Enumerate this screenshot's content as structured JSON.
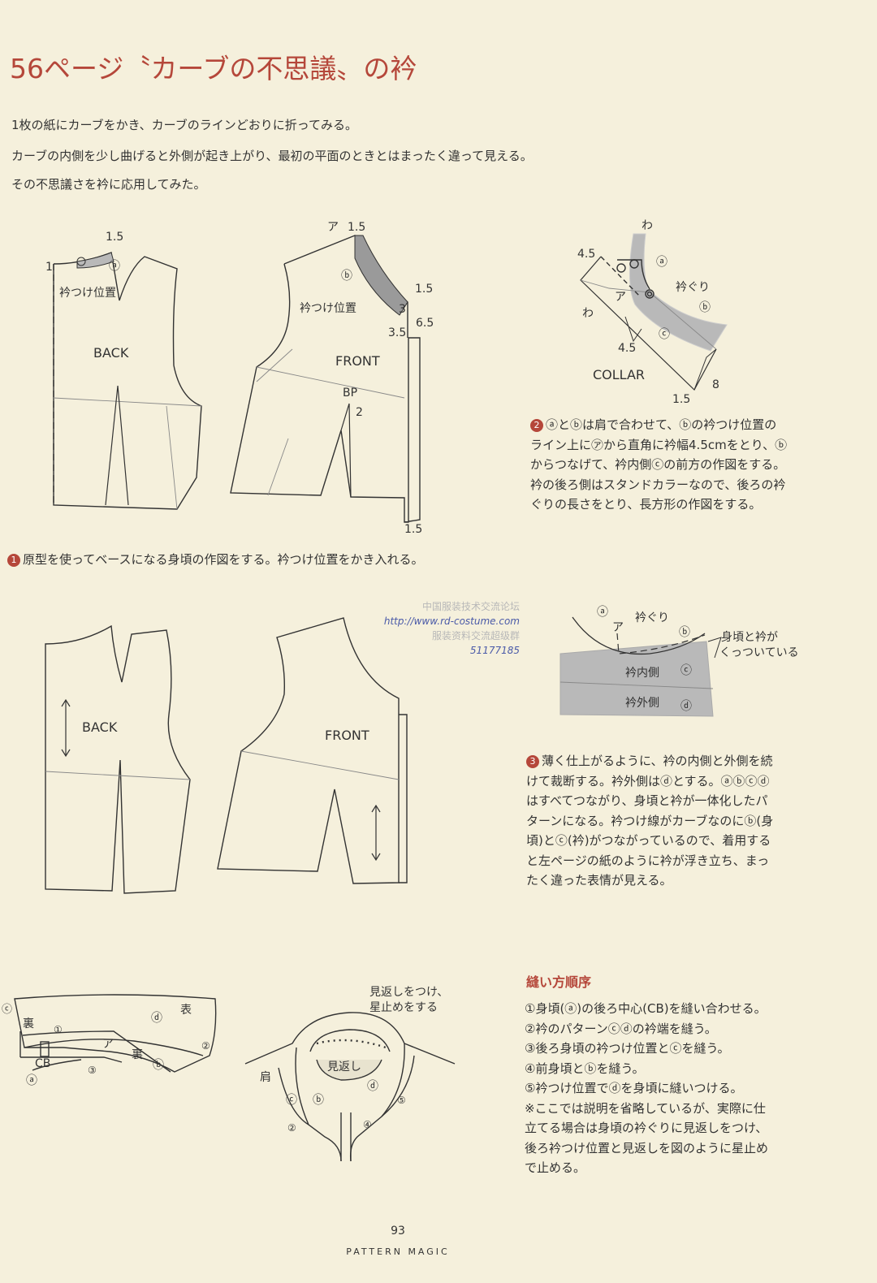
{
  "title": "56ページ〝カーブの不思議〟の衿",
  "intro": [
    "1枚の紙にカーブをかき、カーブのラインどおりに折ってみる。",
    "カーブの内側を少し曲げると外側が起き上がり、最初の平面のときとはまったく違って見える。",
    "その不思議さを衿に応用してみた。"
  ],
  "labels": {
    "back": "BACK",
    "front": "FRONT",
    "collar": "COLLAR",
    "bp": "BP",
    "collar_position": "衿つけ位置",
    "neckline": "衿ぐり",
    "wa": "わ",
    "a": "ⓐ",
    "b": "ⓑ",
    "c": "ⓒ",
    "d": "ⓓ",
    "kata": "ア",
    "attached": "身頃と衿が",
    "attached2": "くっついている",
    "inner_collar": "衿内側",
    "outer_collar": "衿外側",
    "facing_note1": "見返しをつけ、",
    "facing_note2": "星止めをする",
    "facing": "見返し",
    "shoulder": "肩",
    "cb": "CB",
    "ura": "裏",
    "omote": "表",
    "n1": "①",
    "n2": "②",
    "n3": "③",
    "n4": "④",
    "n5": "⑤"
  },
  "measurements": {
    "m1_5": "1.5",
    "m1": "1",
    "m3": "3",
    "m3_5": "3.5",
    "m6_5": "6.5",
    "m2": "2",
    "m4_5": "4.5",
    "m8": "8"
  },
  "step1": {
    "num": "1",
    "text": "原型を使ってベースになる身頃の作図をする。衿つけ位置をかき入れる。"
  },
  "step2": {
    "num": "2",
    "lines": [
      "ⓐとⓑは肩で合わせて、ⓑの衿つけ位置の",
      "ライン上に㋐から直角に衿幅4.5cmをとり、ⓑ",
      "からつなげて、衿内側ⓒの前方の作図をする。",
      "衿の後ろ側はスタンドカラーなので、後ろの衿",
      "ぐりの長さをとり、長方形の作図をする。"
    ]
  },
  "step3": {
    "num": "3",
    "lines": [
      "薄く仕上がるように、衿の内側と外側を続",
      "けて裁断する。衿外側はⓓとする。ⓐⓑⓒⓓ",
      "はすべてつながり、身頃と衿が一体化したパ",
      "ターンになる。衿つけ線がカーブなのにⓑ(身",
      "頃)とⓒ(衿)がつながっているので、着用する",
      "と左ページの紙のように衿が浮き立ち、まっ",
      "たく違った表情が見える。"
    ]
  },
  "sewing": {
    "title": "縫い方順序",
    "steps": [
      "①身頃(ⓐ)の後ろ中心(CB)を縫い合わせる。",
      "②衿のパターンⓒⓓの衿端を縫う。",
      "③後ろ身頃の衿つけ位置とⓒを縫う。",
      "④前身頃とⓑを縫う。",
      "⑤衿つけ位置でⓓを身頃に縫いつける。",
      "※ここでは説明を省略しているが、実際に仕",
      "立てる場合は身頃の衿ぐりに見返しをつけ、",
      "後ろ衿つけ位置と見返しを図のように星止め",
      "で止める。"
    ]
  },
  "watermark": {
    "line1": "中国服装技术交流论坛",
    "line2": "http://www.rd-costume.com",
    "line3": "服装资料交流超级群",
    "line4": "51177185"
  },
  "page_number": "93",
  "footer": "PATTERN MAGIC",
  "colors": {
    "title": "#b5473a",
    "background": "#f5f0dc",
    "gray_fill": "#b9b9b9",
    "watermark_blue": "#4a5aa8"
  }
}
